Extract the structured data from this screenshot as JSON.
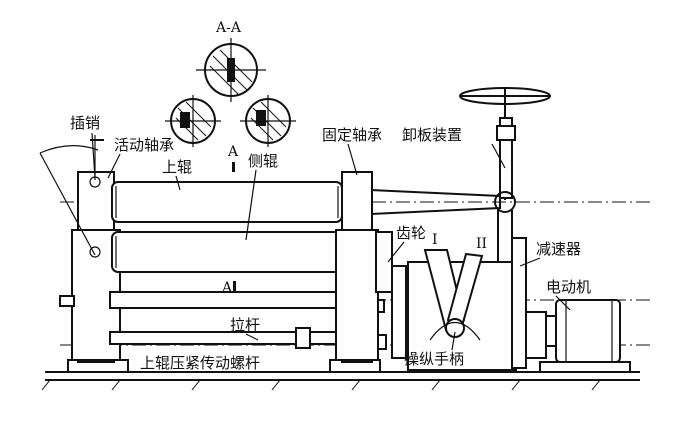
{
  "section_label": "A-A",
  "labels": {
    "pin": "插销",
    "movable_bearing": "活动轴承",
    "upper_roller": "上辊",
    "side_roller": "侧辊",
    "fixed_bearing": "固定轴承",
    "unloading_device": "卸板装置",
    "gear": "齿轮",
    "reducer": "减速器",
    "motor": "电动机",
    "tie_rod": "拉杆",
    "control_handle": "操纵手柄",
    "screw_rod": "上辊压紧传动螺杆"
  },
  "markers": {
    "section_a_top": "A",
    "section_a_mid": "A",
    "position_1": "I",
    "position_2": "II"
  },
  "colors": {
    "ink": "#111111",
    "background": "#ffffff"
  }
}
